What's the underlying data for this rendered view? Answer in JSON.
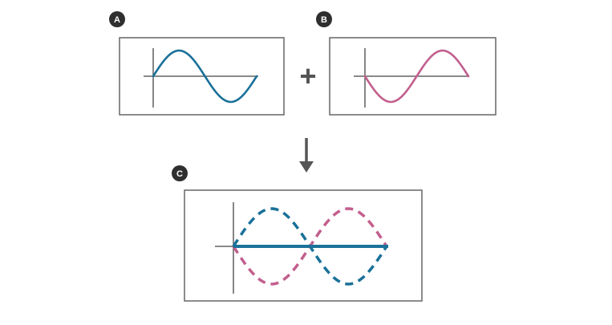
{
  "panels": {
    "a": {
      "badge_label": "A"
    },
    "b": {
      "badge_label": "B"
    },
    "c": {
      "badge_label": "C"
    }
  },
  "operator": {
    "symbol": "+"
  },
  "colors": {
    "wave_a": "#1a7199",
    "wave_b": "#c25f8e",
    "frame": "#666666",
    "axis": "#444444",
    "badge": "#2f2f2f",
    "arrow": "#555555"
  },
  "icons": {
    "arrow": "arrow-down-icon"
  }
}
